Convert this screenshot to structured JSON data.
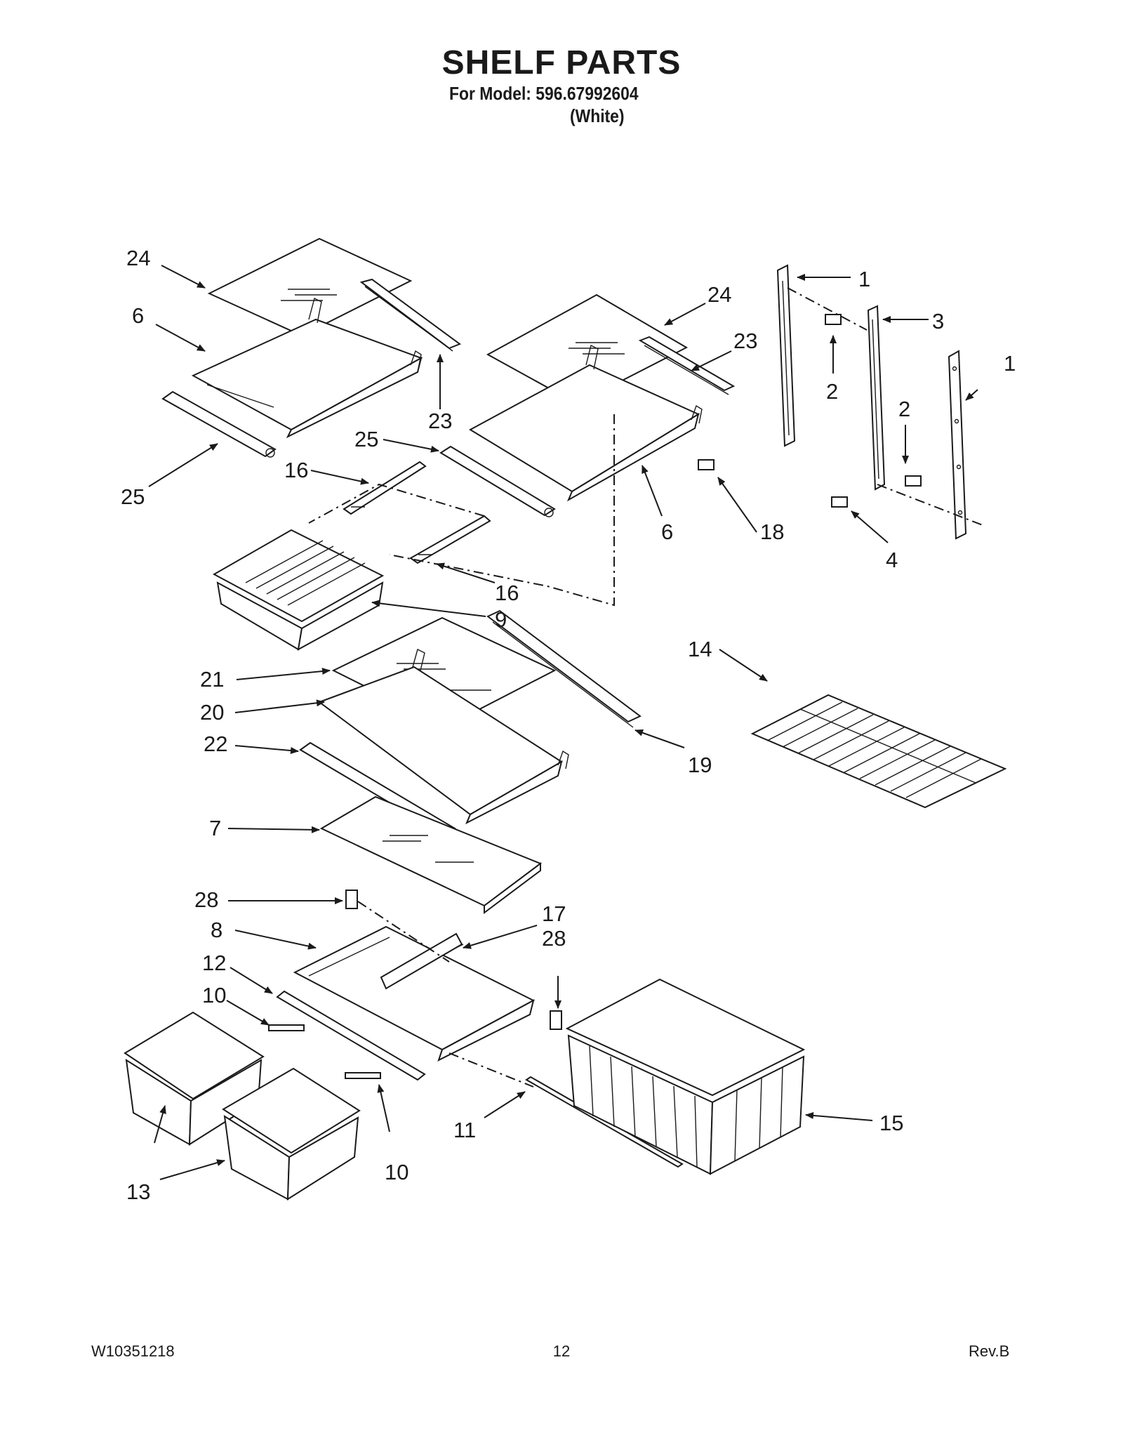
{
  "header": {
    "title": "SHELF PARTS",
    "model_line": "For Model: 596.67992604",
    "color_line": "(White)"
  },
  "callouts": {
    "c24a": "24",
    "c6a": "6",
    "c25a": "25",
    "c23a": "23",
    "c16a": "16",
    "c25b": "25",
    "c24b": "24",
    "c23b": "23",
    "c6b": "6",
    "c18": "18",
    "c16b": "16",
    "c9": "9",
    "c1a": "1",
    "c3": "3",
    "c1b": "1",
    "c2a": "2",
    "c2b": "2",
    "c4": "4",
    "c14": "14",
    "c21": "21",
    "c20": "20",
    "c22": "22",
    "c19": "19",
    "c7": "7",
    "c28a": "28",
    "c17": "17",
    "c28b": "28",
    "c8": "8",
    "c12": "12",
    "c10a": "10",
    "c11": "11",
    "c10b": "10",
    "c13": "13",
    "c15": "15"
  },
  "footer": {
    "doc_number": "W10351218",
    "page_number": "12",
    "revision": "Rev.B"
  }
}
